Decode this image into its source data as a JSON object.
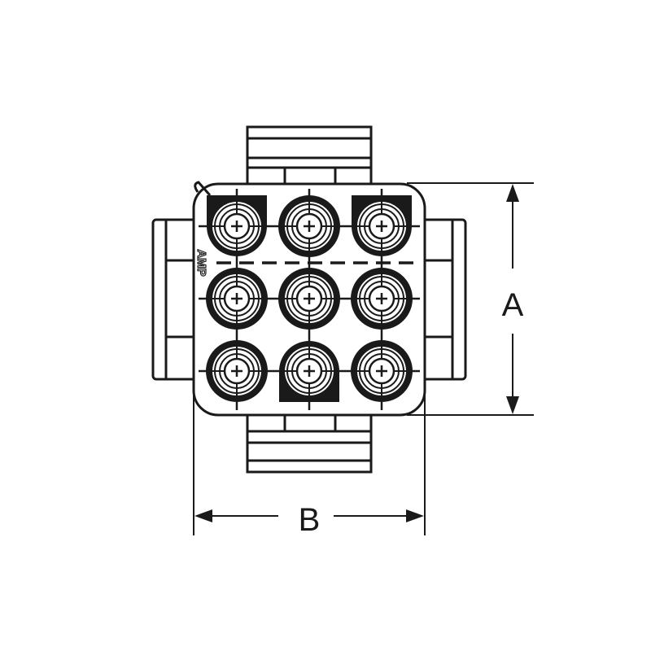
{
  "diagram": {
    "brand_mark": "AMP",
    "dimension_a": "A",
    "dimension_b": "B",
    "line_color": "#1a1a1a",
    "background_color": "#ffffff",
    "cavity_grid": {
      "rows": 3,
      "columns": 3
    },
    "keyed_cavities": [
      "top-left",
      "top-right",
      "bottom-center"
    ]
  }
}
